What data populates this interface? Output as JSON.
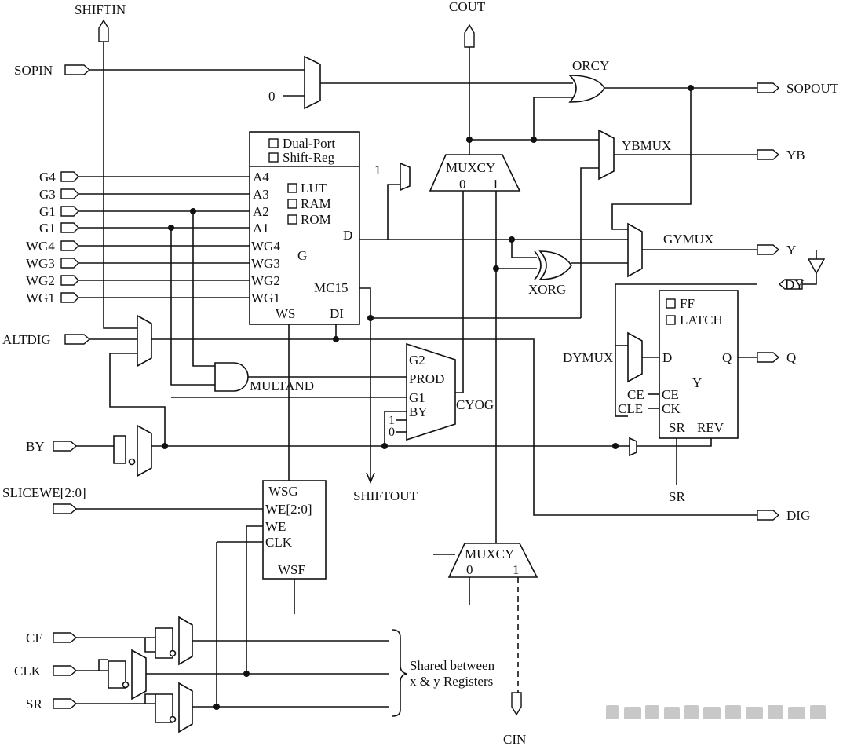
{
  "ports": {
    "shiftin": "SHIFTIN",
    "cout": "COUT",
    "sopin": "SOPIN",
    "sopout": "SOPOUT",
    "yb": "YB",
    "y": "Y",
    "dy": "DY",
    "q": "Q",
    "dig": "DIG",
    "shiftout": "SHIFTOUT",
    "cin": "CIN",
    "altdig": "ALTDIG",
    "by": "BY",
    "slicewe": "SLICEWE[2:0]",
    "ce": "CE",
    "clk": "CLK",
    "sr": "SR",
    "sr_bottom": "SR",
    "g4": "G4",
    "g3": "G3",
    "g1a": "G1",
    "g1b": "G1",
    "wg4": "WG4",
    "wg3": "WG3",
    "wg2": "WG2",
    "wg1": "WG1"
  },
  "constants": {
    "zero": "0",
    "one": "1"
  },
  "gblock": {
    "opt_dualport": "Dual-Port",
    "opt_shiftreg": "Shift-Reg",
    "opt_lut": "LUT",
    "opt_ram": "RAM",
    "opt_rom": "ROM",
    "pin_a4": "A4",
    "pin_a3": "A3",
    "pin_a2": "A2",
    "pin_a1": "A1",
    "pin_wg4": "WG4",
    "pin_wg3": "WG3",
    "pin_wg2": "WG2",
    "pin_wg1": "WG1",
    "name": "G",
    "pin_d": "D",
    "pin_mc15": "MC15",
    "pin_ws": "WS",
    "pin_di": "DI"
  },
  "labels": {
    "orcy": "ORCY",
    "ybmux": "YBMUX",
    "gymux": "GYMUX",
    "xorg": "XORG",
    "dymux": "DYMUX",
    "multand": "MULTAND",
    "cyog": "CYOG"
  },
  "muxcy_top": {
    "name": "MUXCY",
    "in0": "0",
    "in1": "1"
  },
  "muxcy_bottom": {
    "name": "MUXCY",
    "in0": "0",
    "in1": "1"
  },
  "cyog_pins": {
    "g2": "G2",
    "prod": "PROD",
    "g1": "G1",
    "by": "BY",
    "one": "1",
    "zero": "0"
  },
  "ff": {
    "opt_ff": "FF",
    "opt_latch": "LATCH",
    "pin_d": "D",
    "pin_q": "Q",
    "name": "Y",
    "pin_ce": "CE",
    "pin_ck": "CK",
    "pin_sr": "SR",
    "pin_rev": "REV",
    "ext_ce": "CE",
    "ext_cle": "CLE"
  },
  "wsg": {
    "title": "WSG",
    "pin_we20": "WE[2:0]",
    "pin_we": "WE",
    "pin_clk": "CLK",
    "name": "WSF"
  },
  "note": {
    "line1": "Shared between",
    "line2": "x & y Registers"
  }
}
